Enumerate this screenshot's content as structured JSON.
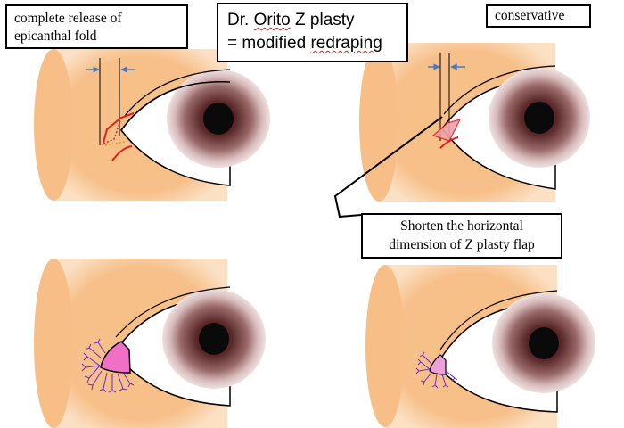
{
  "labels": {
    "top_left": [
      "complete release of",
      "epicanthal fold"
    ],
    "top_center": [
      "Dr. Orito Z plasty",
      "= modified redraping"
    ],
    "top_right": "conservative",
    "callout": [
      "Shorten the horizontal",
      "dimension of Z plasty flap"
    ]
  },
  "colors": {
    "skin": "#f7bf87",
    "iris_dark": "#4a1e1e",
    "iris_light": "#ecd6d6",
    "pupil": "#0a0a0a",
    "incision_red": "#e02020",
    "flap_pink": "#f070c8",
    "suture_purple": "#6a2bd8",
    "arrow_blue": "#4a78b8",
    "spellcheck_red": "#d02020"
  },
  "icons": [
    "measurement-arrow-icon",
    "suture-icon"
  ]
}
